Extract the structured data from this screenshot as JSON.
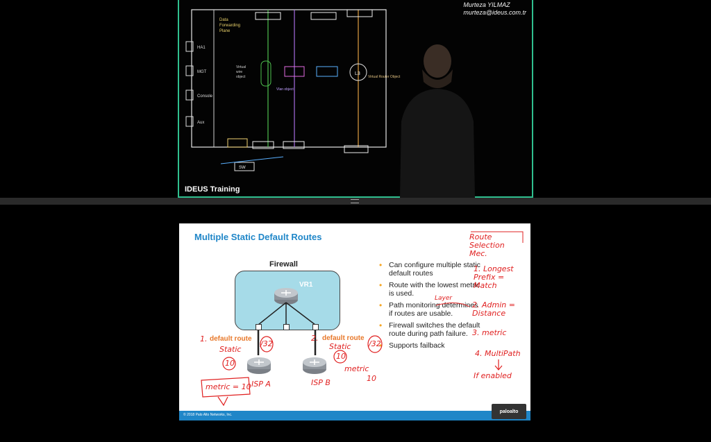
{
  "video": {
    "label": "IDEUS Training",
    "presenter_name": "Murteza YILMAZ",
    "presenter_email": "murteza@ideus.com.tr"
  },
  "slide": {
    "title": "Multiple Static Default Routes",
    "firewall_label": "Firewall",
    "vr_label": "VR1",
    "route_label_1": "default route",
    "route_label_2": "default route",
    "bullets": [
      "Can configure multiple static default routes",
      "Route with the lowest metric is used.",
      "Path monitoring determines if routes are usable.",
      "Firewall switches the default route during path failure.",
      "Supports failback"
    ],
    "footer": "© 2018 Palo Alto Networks, Inc.",
    "logo_text": "paloalto"
  },
  "annotations": {
    "heading": "Route Selection Mec.",
    "item1": "1. Longest Prefix = Match",
    "item2": "2. Admin = Distance",
    "item3": "3. metric",
    "item4": "4. MultiPath",
    "item4b": "If enabled",
    "num1": "1.",
    "num2": "2.",
    "static1": "Static",
    "static2": "Static",
    "ad1": "10",
    "ad2": "10",
    "mask1": "/32",
    "mask2": "/32",
    "metric_box": "metric = 10",
    "isp_a": "ISP A",
    "isp_b": "ISP B",
    "metric2": "metric",
    "metric2_val": "10",
    "layer": "Layer"
  },
  "colors": {
    "accent": "#1f86c8",
    "handwriting": "#e02020",
    "bullet": "#f5a623",
    "video_border": "#2fbf8f",
    "firewall_fill": "#a6dbe8"
  }
}
